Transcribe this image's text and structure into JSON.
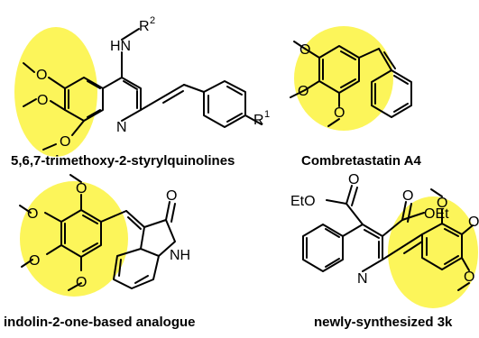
{
  "colors": {
    "highlight": "#fcf55a",
    "ink": "#000000",
    "background": "#ffffff"
  },
  "captions": {
    "quinolines": "5,6,7-trimethoxy-2-styrylquinolines",
    "combretastatin": "Combretastatin A4",
    "indolinone": "indolin-2-one-based analogue",
    "compound_3k": "newly-synthesized 3k"
  },
  "atoms": {
    "hn": "HN",
    "r": "R",
    "two": "2",
    "one": "1",
    "n": "N",
    "o": "O",
    "nh": "NH",
    "eto": "EtO",
    "oet": "OEt"
  }
}
